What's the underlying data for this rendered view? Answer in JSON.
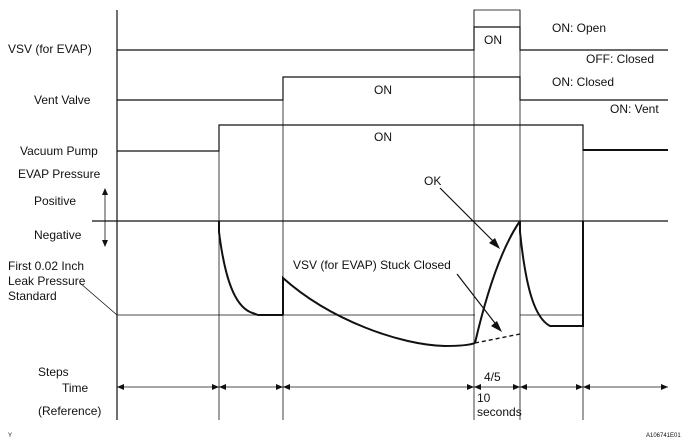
{
  "signals": {
    "vsv": {
      "label": "VSV (for EVAP)",
      "on_text": "ON",
      "state_on": "ON: Open",
      "state_off": "OFF: Closed"
    },
    "vent": {
      "label": "Vent Valve",
      "on_text": "ON",
      "state_on": "ON: Closed",
      "state_off": "ON: Vent"
    },
    "pump": {
      "label": "Vacuum Pump",
      "on_text": "ON"
    }
  },
  "pressure": {
    "title": "EVAP Pressure",
    "positive": "Positive",
    "negative": "Negative",
    "standard_line1": "First 0.02 Inch",
    "standard_line2": "Leak Pressure",
    "standard_line3": "Standard"
  },
  "annotations": {
    "ok": "OK",
    "stuck": "VSV (for EVAP) Stuck Closed"
  },
  "axis": {
    "steps": "Steps",
    "time": "Time",
    "reference": "(Reference)",
    "step_label": "4/5",
    "duration_value": "10",
    "duration_unit": "seconds"
  },
  "corner": {
    "left": "Y",
    "right": "A106741E01"
  }
}
